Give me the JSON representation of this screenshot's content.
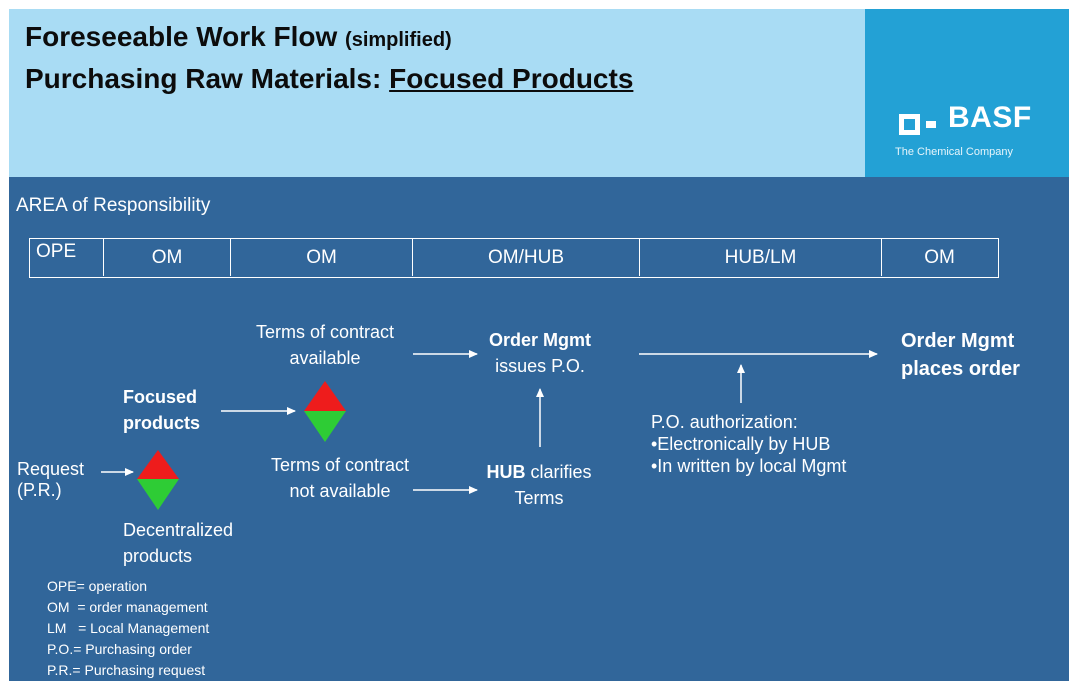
{
  "header": {
    "title_line1": "Foreseeable Work Flow",
    "title_line1_suffix": "(simplified)",
    "title_line2_prefix": "Purchasing Raw Materials:",
    "title_line2_underlined": "Focused Products",
    "logo_text": "BASF",
    "logo_tagline": "The Chemical Company"
  },
  "area": {
    "label": "AREA of Responsibility",
    "cells": [
      "OPE",
      "OM",
      "OM",
      "OM/HUB",
      "HUB/LM",
      "OM"
    ]
  },
  "flow": {
    "request_line1": "Request",
    "request_line2": "(P.R.)",
    "focused_line1": "Focused",
    "focused_line2": "products",
    "decentralized_line1": "Decentralized",
    "decentralized_line2": "products",
    "terms_avail_line1": "Terms of contract",
    "terms_avail_line2": "available",
    "terms_not_line1": "Terms of contract",
    "terms_not_line2": "not available",
    "order_issue_bold": "Order Mgmt",
    "order_issue_line2": "issues P.O.",
    "hub_bold": "HUB",
    "hub_rest": " clarifies",
    "hub_line2": "Terms",
    "po_auth_title": "P.O. authorization:",
    "po_auth_item1": "•Electronically by HUB",
    "po_auth_item2": "•In written by local Mgmt",
    "places_line1": "Order Mgmt",
    "places_line2": "places order"
  },
  "legend": [
    "OPE= operation",
    "OM  = order management",
    "LM   = Local Management",
    "P.O.= Purchasing order",
    "P.R.= Purchasing request"
  ],
  "colors": {
    "background": "#31669a",
    "header": "#a9dcf4",
    "logo_box": "#23a1d5",
    "diamond_top": "#ee1c1c",
    "diamond_bottom": "#2ecc35"
  }
}
